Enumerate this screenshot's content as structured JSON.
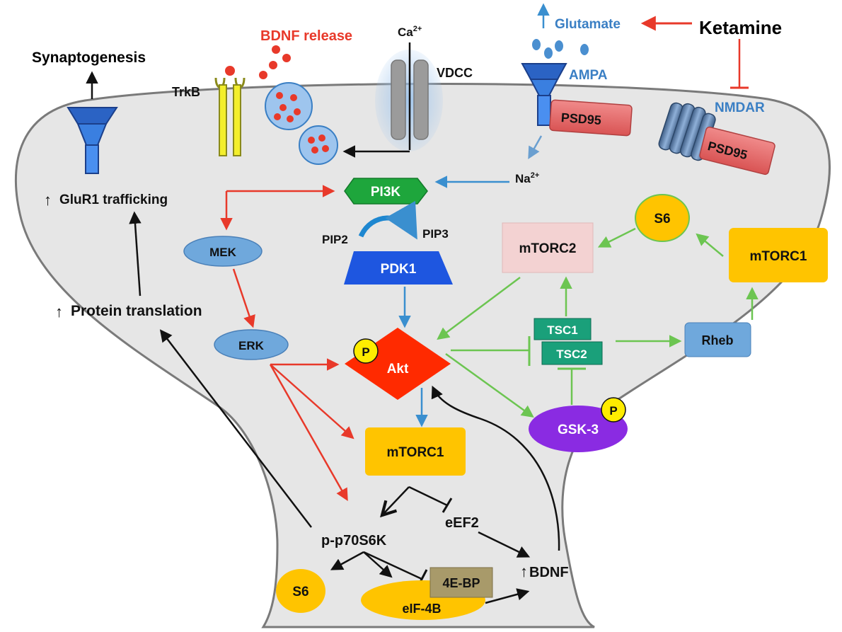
{
  "labels": {
    "synaptogenesis": "Synaptogenesis",
    "trkb": "TrkB",
    "bdnf_release": "BDNF release",
    "ca": "Ca",
    "ca_sup": "2+",
    "vdcc": "VDCC",
    "glutamate": "Glutamate",
    "ketamine": "Ketamine",
    "ampa": "AMPA",
    "nmdar": "NMDAR",
    "psd95_a": "PSD95",
    "psd95_b": "PSD95",
    "na": "Na",
    "na_sup": "2+",
    "glur1": "GluR1 trafficking",
    "pi3k": "PI3K",
    "pip2": "PIP2",
    "pip3": "PIP3",
    "pdk1": "PDK1",
    "mek": "MEK",
    "erk": "ERK",
    "protein_translation": "Protein translation",
    "mtorc2": "mTORC2",
    "s6_top": "S6",
    "mtorc1_right": "mTORC1",
    "tsc1": "TSC1",
    "tsc2": "TSC2",
    "rheb": "Rheb",
    "akt": "Akt",
    "p_akt": "P",
    "gsk3": "GSK-3",
    "p_gsk": "P",
    "mtorc1_center": "mTORC1",
    "eef2": "eEF2",
    "p70s6k": "p-p70S6K",
    "bdnf": "BDNF",
    "s6_bottom": "S6",
    "eif4b": "eIF-4B",
    "e4bp": "4E-BP",
    "up_arrow": "↑"
  },
  "colors": {
    "red_arrow": "#e8392a",
    "green_arrow": "#6cc551",
    "blue_arrow": "#3a8fcf",
    "black_arrow": "#111111",
    "cell_fill": "#e6e6e6",
    "cell_stroke": "#7a7a7a",
    "glutamate_text": "#3a7fc4",
    "red_text": "#e8392a",
    "pi3k": "#1ea63c",
    "pdk1": "#1e56e0",
    "oval_blue": "#6fa8dc",
    "akt": "#ff2a00",
    "gsk3": "#8a2be2",
    "mtorc_yellow": "#ffc400",
    "mtorc2": "#f3d2d2",
    "tsc": "#1aa07a",
    "rheb": "#6fa8dc",
    "psd95": "#e56b6b",
    "e4bp": "#a89a6a",
    "trkb": "#f3ee2c",
    "receptor_blue": "#2b63c4"
  }
}
